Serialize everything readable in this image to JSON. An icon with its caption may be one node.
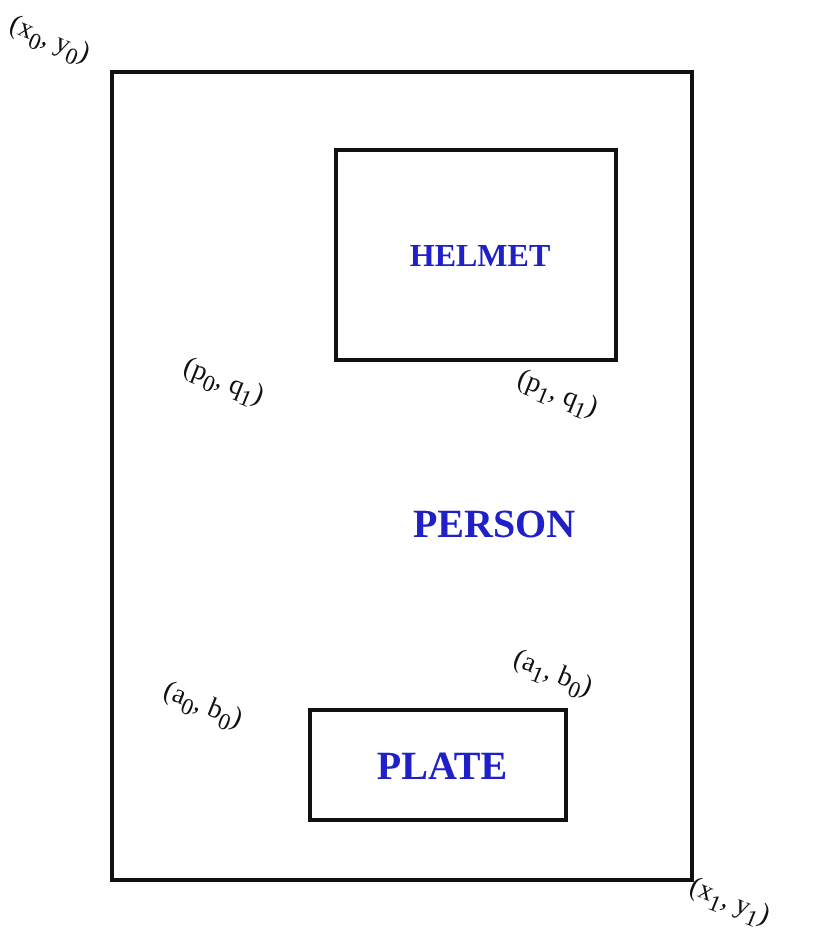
{
  "diagram": {
    "nodes": [
      {
        "text": [
          "PERSON"
        ]
      },
      {
        "text": [
          "HELMET"
        ],
        "in": 0
      },
      {
        "text": [
          "PLATE"
        ],
        "in": 0
      }
    ],
    "labels": [
      "(x$_{0}$, y$_{0}$)",
      "(p$_{0}$, q$_{1}$)",
      "(p$_{1}$, q$_{1}$)",
      "(a$_{0}$, b$_{0}$)",
      "(a$_{1}$, b$_{0}$)",
      "(x$_{1}$, y$_{1}$)"
    ]
  }
}
